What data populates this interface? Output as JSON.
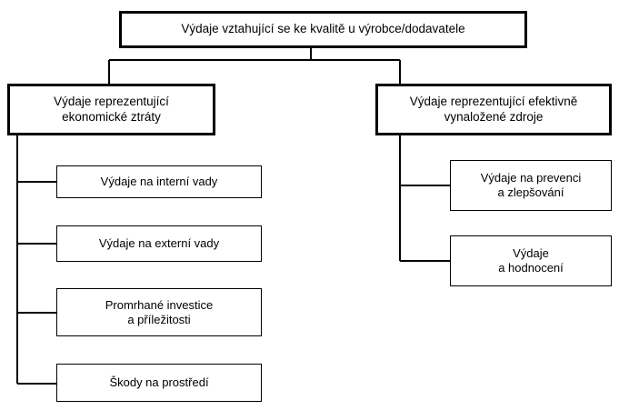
{
  "diagram": {
    "type": "tree",
    "title": "Výdaje vztahující se ke kvalitě u výrobce/dodavatele",
    "line_color": "#000000",
    "box_fill": "#ffffff",
    "text_color": "#000000",
    "root": {
      "label": "Výdaje vztahující se ke kvalitě u výrobce/dodavatele"
    },
    "branches": [
      {
        "label": "Výdaje reprezentující\nekonomické ztráty",
        "children": [
          {
            "label": "Výdaje na interní vady"
          },
          {
            "label": "Výdaje na externí vady"
          },
          {
            "label": "Promrhané investice\na příležitosti"
          },
          {
            "label": "Škody na prostředí"
          }
        ]
      },
      {
        "label": "Výdaje reprezentující efektivně\nvynaložené zdroje",
        "children": [
          {
            "label": "Výdaje na prevenci\na zlepšování"
          },
          {
            "label": "Výdaje\na hodnocení"
          }
        ]
      }
    ]
  }
}
